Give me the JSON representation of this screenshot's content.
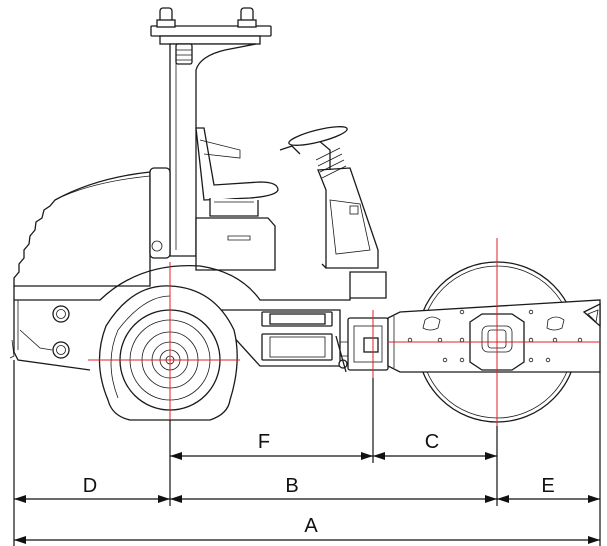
{
  "diagram": {
    "labels": {
      "A": "A",
      "B": "B",
      "C": "C",
      "D": "D",
      "E": "E",
      "F": "F"
    },
    "colors": {
      "line": "#1a1a1a",
      "centerline": "#e0202a",
      "background": "#ffffff"
    }
  }
}
